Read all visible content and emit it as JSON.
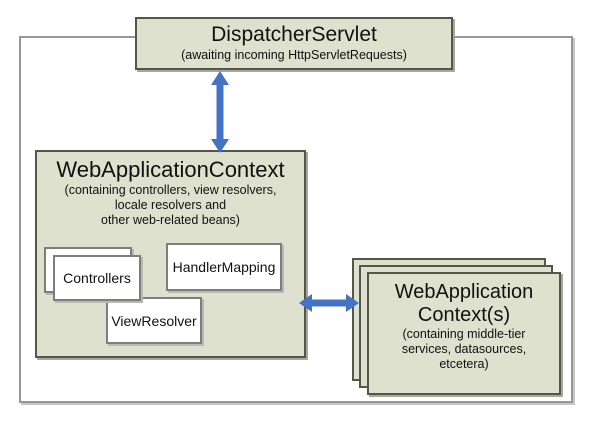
{
  "diagram": {
    "dispatcher": {
      "title": "DispatcherServlet",
      "subtitle": "(awaiting incoming HttpServletRequests)"
    },
    "web_context": {
      "title": "WebApplicationContext",
      "subtitle_lines": [
        "(containing controllers, view resolvers,",
        "locale resolvers and",
        "other web-related beans)"
      ],
      "beans": [
        "Controllers",
        "HandlerMapping",
        "ViewResolver"
      ]
    },
    "root_contexts": {
      "title_lines": [
        "WebApplication",
        "Context(s)"
      ],
      "subtitle_lines": [
        "(containing middle-tier",
        "services, datasources,",
        "etcetera)"
      ]
    },
    "colors": {
      "box_fill": "#dee1ce",
      "box_border": "#55564a",
      "arrow_blue": "#4472c4",
      "outer_border": "#979797",
      "inner_box_border": "#7d7d7d"
    }
  }
}
